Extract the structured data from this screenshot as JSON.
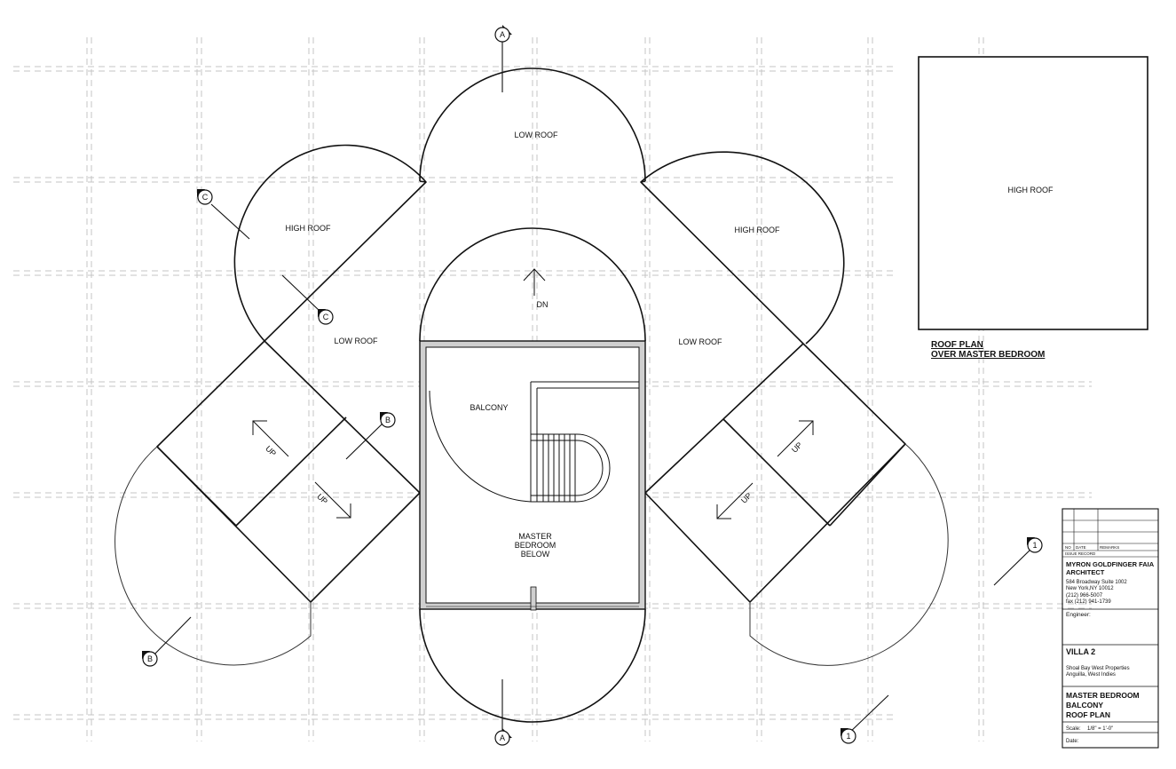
{
  "rooms": {
    "low_roof_top": "LOW ROOF",
    "high_roof_left": "HIGH ROOF",
    "high_roof_right": "HIGH ROOF",
    "low_roof_left": "LOW ROOF",
    "low_roof_right": "LOW ROOF",
    "dn": "DN",
    "balcony": "BALCONY",
    "master_line1": "MASTER",
    "master_line2": "BEDROOM",
    "master_line3": "BELOW",
    "up_left_1": "UP",
    "up_left_2": "UP",
    "up_right_1": "UP",
    "up_right_2": "UP",
    "high_roof_inset": "HIGH ROOF"
  },
  "section_markers": {
    "a_top": "A",
    "a_bottom": "A",
    "b_left_upper": "B",
    "b_left_lower": "B",
    "c_upper": "C",
    "c_lower": "C",
    "one_right": "1",
    "one_bottom": "1"
  },
  "inset_title": {
    "line1": "ROOF PLAN",
    "line2": "OVER MASTER BEDROOM"
  },
  "title_block": {
    "col_no": "NO",
    "col_date": "DATE",
    "col_remarks": "REMARKS",
    "issue_record": "ISSUE RECORD",
    "architect_line1": "MYRON GOLDFINGER FAIA",
    "architect_line2": "ARCHITECT",
    "address1": "584 Broadway  Suite 1002",
    "address2": "New York,NY 10012",
    "phone": "(212) 966-5007",
    "fax": "fax (212) 941-1739",
    "engineer": "Engineer:",
    "project": "VILLA 2",
    "client1": "Shoal Bay West Properties",
    "client2": "Anguilla, West Indies",
    "sheet_title1": "MASTER BEDROOM",
    "sheet_title2": "BALCONY",
    "sheet_title3": "ROOF PLAN",
    "scale_label": "Scale:",
    "scale_value": "1/8\" = 1'-0\"",
    "date_label": "Date:"
  }
}
